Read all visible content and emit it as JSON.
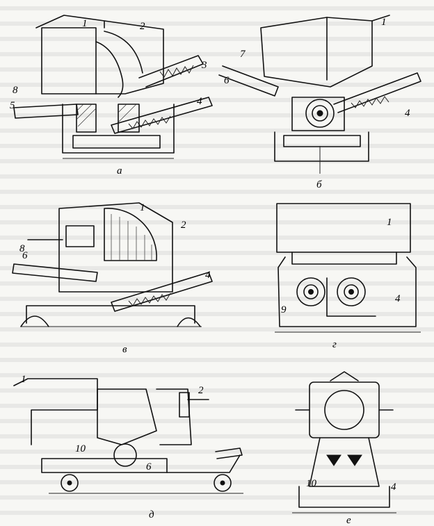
{
  "figures": {
    "a": {
      "caption": "а",
      "labels": [
        "1",
        "2",
        "3",
        "8",
        "5",
        "4"
      ]
    },
    "b": {
      "caption": "б",
      "labels": [
        "1",
        "7",
        "6",
        "4"
      ]
    },
    "v": {
      "caption": "в",
      "labels": [
        "1",
        "2",
        "8",
        "6",
        "4"
      ]
    },
    "g": {
      "caption": "г",
      "labels": [
        "1",
        "9",
        "4"
      ]
    },
    "d": {
      "caption": "д",
      "labels": [
        "1",
        "2",
        "10",
        "6"
      ]
    },
    "e": {
      "caption": "е",
      "labels": [
        "10",
        "4"
      ]
    }
  }
}
